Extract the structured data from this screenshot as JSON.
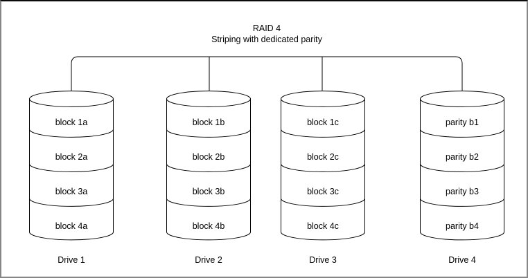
{
  "diagram": {
    "title": "RAID 4",
    "subtitle": "Striping with dedicated parity"
  },
  "drives": [
    {
      "name": "Drive 1",
      "blocks": [
        "block 1a",
        "block 2a",
        "block 3a",
        "block 4a"
      ]
    },
    {
      "name": "Drive 2",
      "blocks": [
        "block 1b",
        "block 2b",
        "block 3b",
        "block 4b"
      ]
    },
    {
      "name": "Drive 3",
      "blocks": [
        "block 1c",
        "block 2c",
        "block 3c",
        "block 4c"
      ]
    },
    {
      "name": "Drive 4",
      "blocks": [
        "parity b1",
        "parity b2",
        "parity b3",
        "parity b4"
      ]
    }
  ],
  "colors": {
    "line": "#000000",
    "background": "#ffffff",
    "frame_top": "#0a0a0a",
    "frame_sides": "#868686"
  }
}
